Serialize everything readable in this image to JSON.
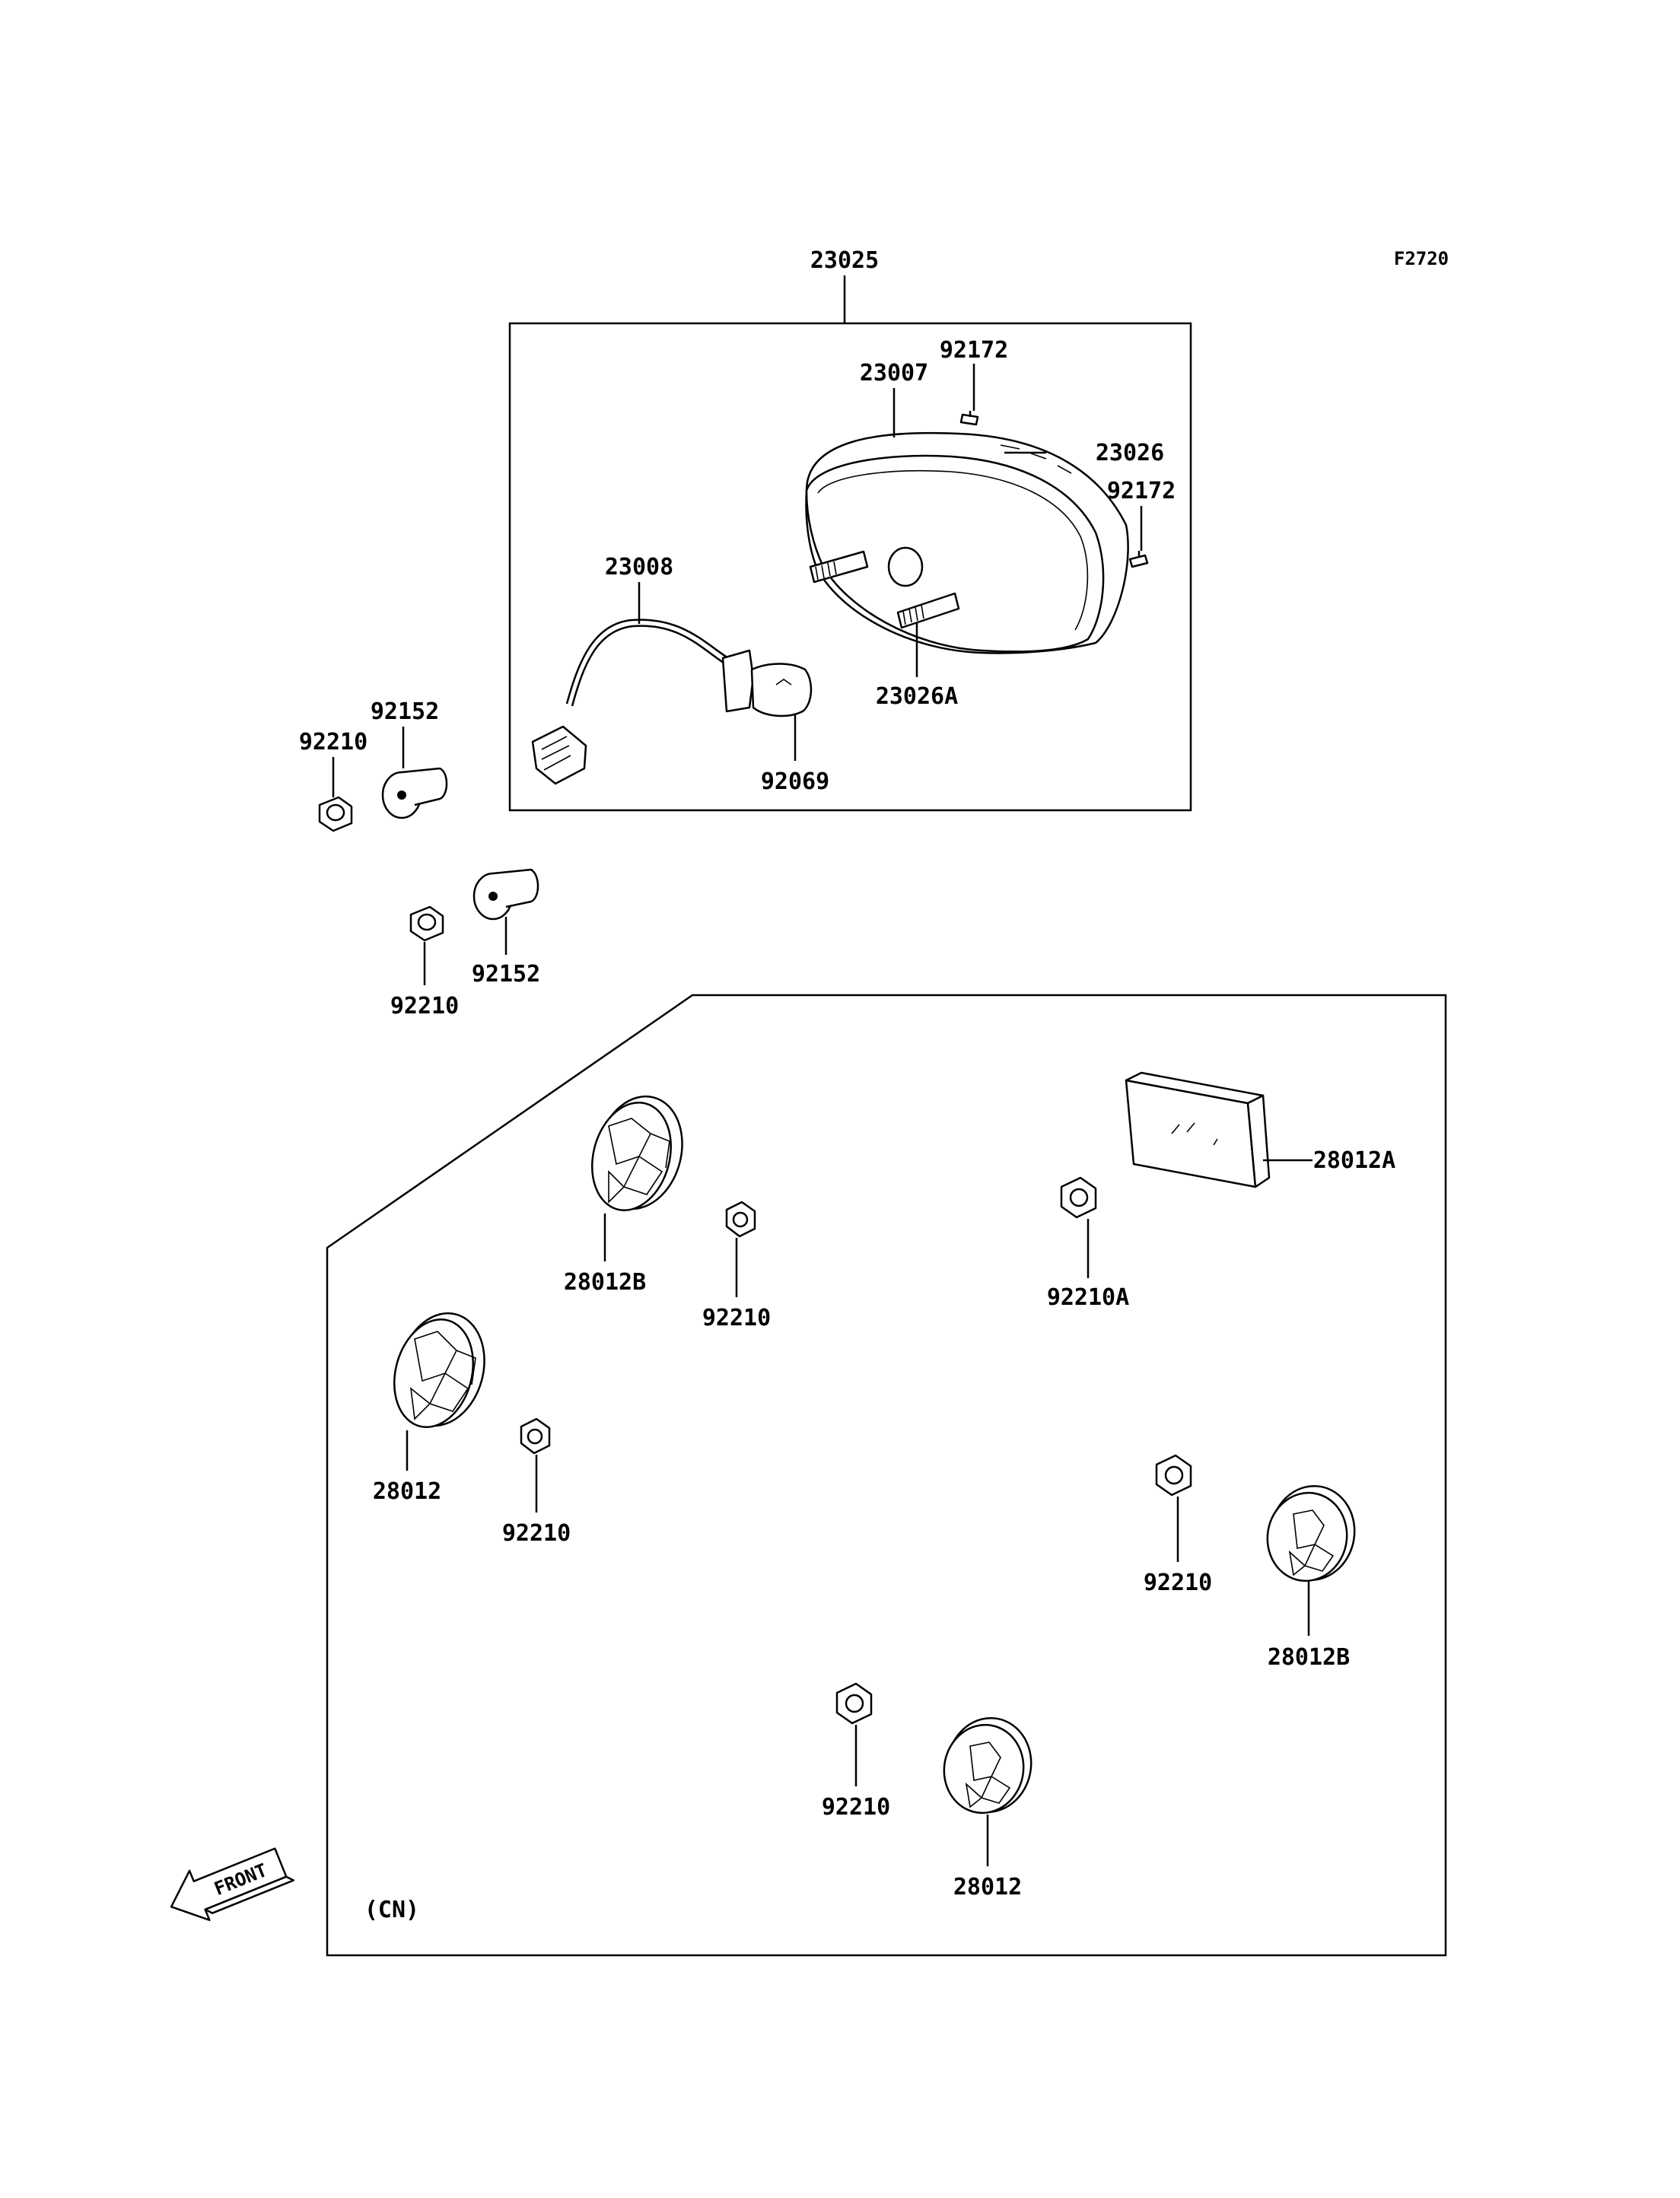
{
  "diagram_id": "F2720",
  "front_label": "FRONT",
  "region_label": "(CN)",
  "labels": {
    "assembly": "23025",
    "housing": "23007",
    "screw_a": "92172",
    "screw_b": "92172",
    "gasket": "23026",
    "gasket_a": "23026A",
    "socket": "23008",
    "bulb": "92069",
    "collar_upper": "92152",
    "collar_lower": "92152",
    "nut_upper": "92210",
    "nut_lower": "92210",
    "reflector_b_top": "28012B",
    "reflector_a": "28012A",
    "nut_cn_1": "92210",
    "nut_a": "92210A",
    "reflector_left": "28012",
    "nut_cn_2": "92210",
    "nut_cn_3": "92210",
    "reflector_b_right": "28012B",
    "nut_cn_4": "92210",
    "reflector_bottom": "28012"
  }
}
